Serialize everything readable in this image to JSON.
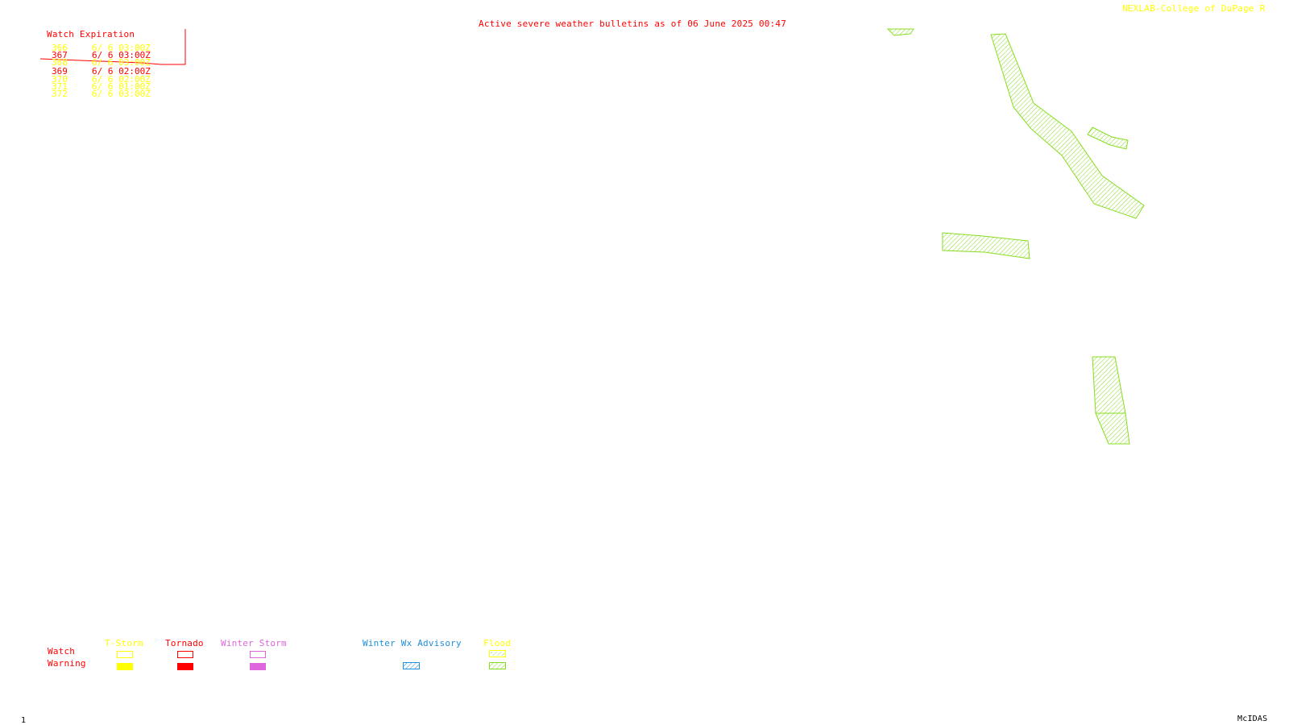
{
  "header": {
    "title": "Active severe weather bulletins as of 06 June 2025 00:47",
    "credit": "NEXLAB-College of DuPage R"
  },
  "watch_panel": {
    "heading": "Watch Expiration",
    "rows": [
      {
        "id": "366",
        "expires": "6/ 6 03:00Z",
        "type": "T-Storm"
      },
      {
        "id": "367",
        "expires": "6/ 6 03:00Z",
        "type": "Tornado"
      },
      {
        "id": "368",
        "expires": "6/ 6 03:00Z",
        "type": "T-Storm"
      },
      {
        "id": "369",
        "expires": "6/ 6 02:00Z",
        "type": "Tornado"
      },
      {
        "id": "370",
        "expires": "6/ 6 02:00Z",
        "type": "T-Storm"
      },
      {
        "id": "371",
        "expires": "6/ 6 01:00Z",
        "type": "T-Storm"
      },
      {
        "id": "372",
        "expires": "6/ 6 03:00Z",
        "type": "T-Storm"
      }
    ]
  },
  "legend": {
    "row_watch": "Watch",
    "row_warning": "Warning",
    "columns": [
      {
        "label": "T-Storm",
        "color": "#ffff00"
      },
      {
        "label": "Tornado",
        "color": "#ff0000"
      },
      {
        "label": "Winter Storm",
        "color": "#dd66dd"
      },
      {
        "label": "Winter Wx Advisory",
        "color": "#1e90dd"
      },
      {
        "label": "Flood",
        "color": "#ffff00",
        "hatch_color": "#88dd22"
      }
    ]
  },
  "footer": {
    "frame": "1",
    "product": "McIDAS"
  },
  "colors": {
    "watch_red": "#ff0000",
    "tstorm_yellow": "#ffff00",
    "flood_green": "#88dd22"
  }
}
